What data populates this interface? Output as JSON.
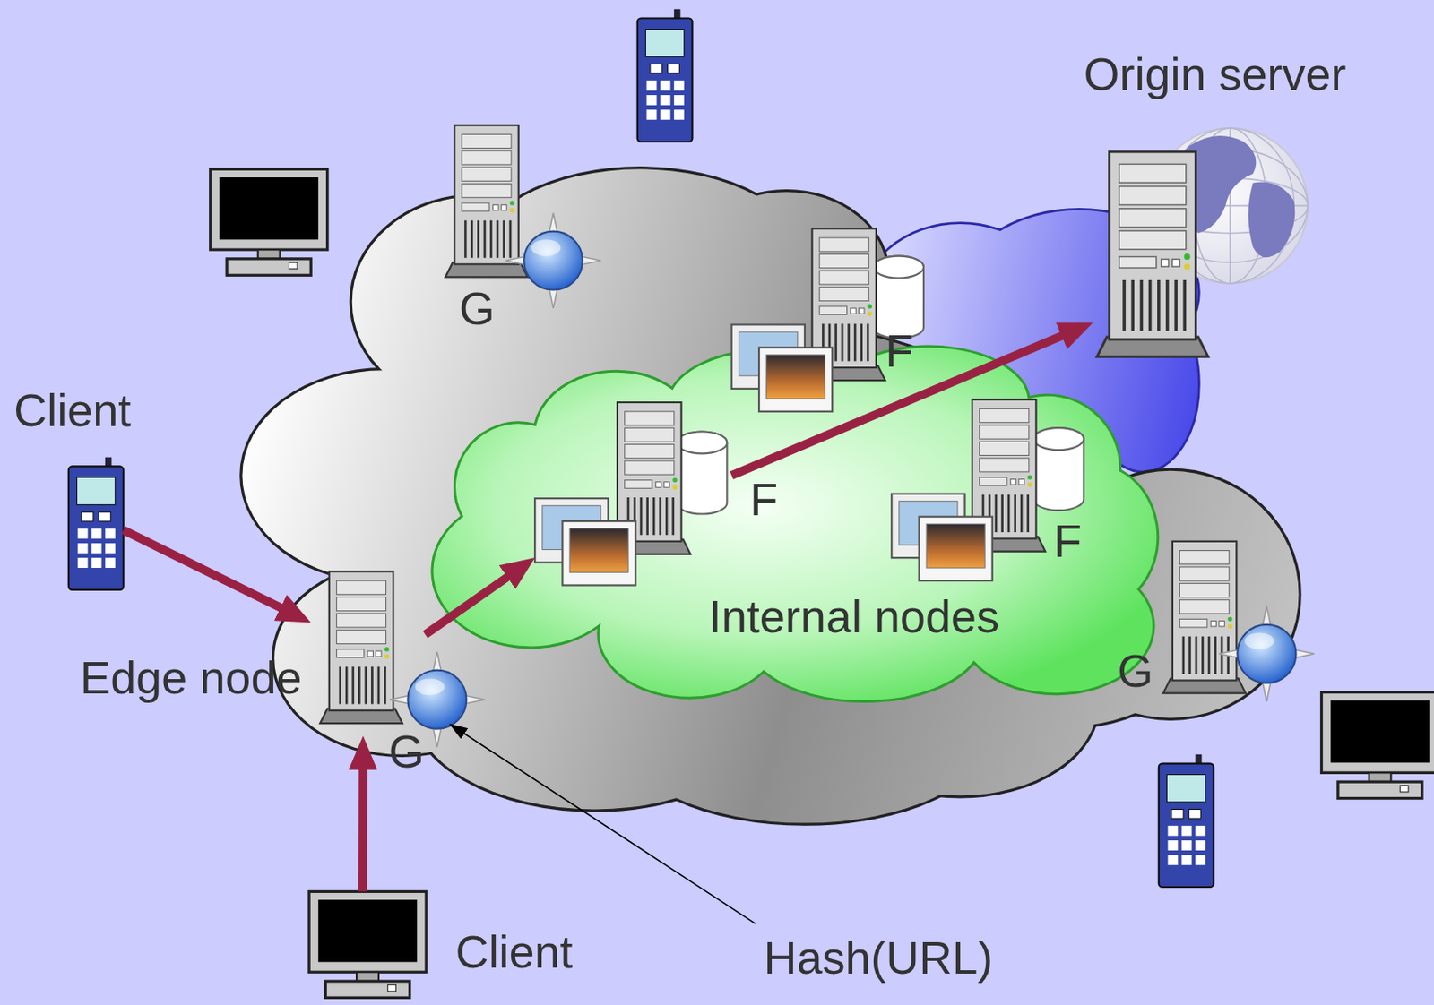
{
  "diagram": {
    "nodes": [
      {
        "text": [
          "Internal nodes"
        ]
      },
      {
        "text": [
          "F"
        ],
        "in": 0
      },
      {
        "text": [
          "F"
        ],
        "in": 0
      },
      {
        "text": [
          "F"
        ],
        "in": 0
      },
      {
        "text": [
          "Edge node",
          "G"
        ]
      },
      {
        "text": [
          "G"
        ]
      },
      {
        "text": [
          "G"
        ]
      },
      {
        "text": [
          "Client"
        ]
      },
      {
        "text": [
          "Client"
        ]
      },
      {
        "text": [
          "Origin server"
        ]
      }
    ],
    "edges": [
      {
        "from": 7,
        "to": 4,
        "arrow": "to"
      },
      {
        "from": 8,
        "to": 4,
        "arrow": "to"
      },
      {
        "from": 4,
        "to": 1,
        "arrow": "to"
      },
      {
        "from": 1,
        "to": 9,
        "arrow": "to"
      }
    ],
    "labels": [
      "Hash(URL)"
    ]
  }
}
